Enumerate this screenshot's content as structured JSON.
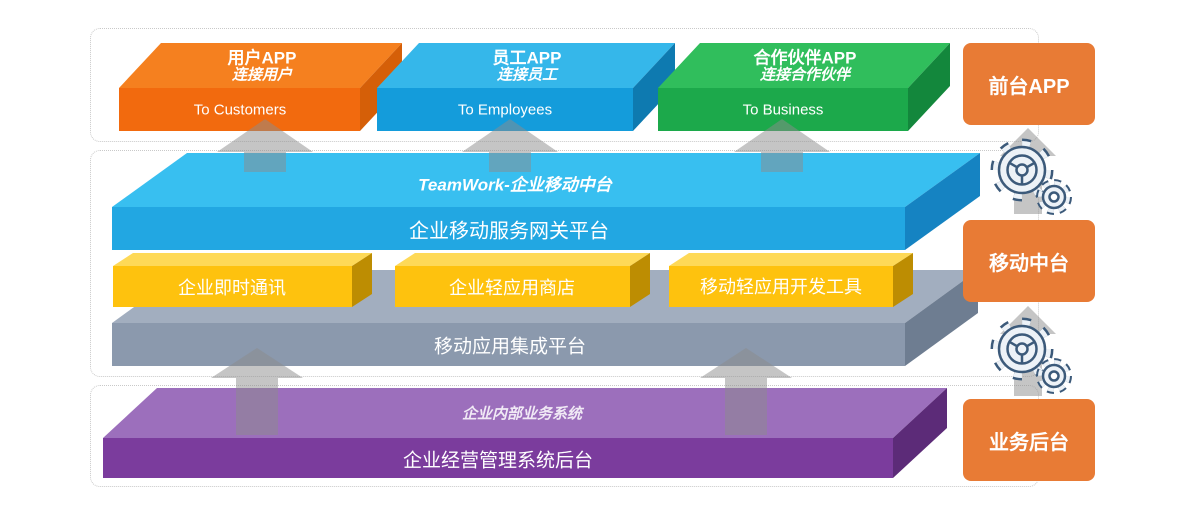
{
  "front_apps": {
    "items": [
      {
        "title": "用户APP",
        "subtitle": "连接用户",
        "audience": "To Customers"
      },
      {
        "title": "员工APP",
        "subtitle": "连接员工",
        "audience": "To Employees"
      },
      {
        "title": "合作伙伴APP",
        "subtitle": "连接合作伙伴",
        "audience": "To Business"
      }
    ]
  },
  "middle_platform": {
    "top_label": "TeamWork-企业移动中台",
    "gateway": "企业移动服务网关平台",
    "modules": [
      "企业即时通讯",
      "企业轻应用商店",
      "移动轻应用开发工具"
    ],
    "integration": "移动应用集成平台"
  },
  "backend_platform": {
    "top_label": "企业内部业务系统",
    "front_label": "企业经营管理系统后台"
  },
  "side_column": {
    "items": [
      {
        "label": "前台APP"
      },
      {
        "label": "移动中台"
      },
      {
        "label": "业务后台"
      }
    ]
  },
  "icons": {
    "between_layers": "double-gear-icon",
    "flow": "up-arrow"
  },
  "colors": {
    "app_orange_top": "#F5801F",
    "app_orange_front": "#F26A0E",
    "app_orange_side": "#D55F08",
    "app_blue_top": "#35B7EA",
    "app_blue_front": "#149CDB",
    "app_blue_side": "#0E7AB0",
    "app_green_top": "#30BE5C",
    "app_green_front": "#1CA94B",
    "app_green_side": "#13873C",
    "slab_blue_top": "#38BFF0",
    "slab_blue_front": "#22A7E2",
    "slab_blue_side": "#1583C2",
    "yellow_top": "#FED957",
    "yellow_front": "#FEC20E",
    "yellow_side": "#BD8D02",
    "gray_top": "#A2AEBF",
    "gray_front": "#8B99AD",
    "gray_side": "#6E7D91",
    "purple_top": "#9C6FBC",
    "purple_front": "#7B3C9D",
    "purple_side": "#5C2B78",
    "side_box_orange": "#E87B35",
    "arrow_gray": "#8C8C8C",
    "gear_stroke": "#3C5A7A",
    "gear_fill": "#EDF2F7"
  }
}
